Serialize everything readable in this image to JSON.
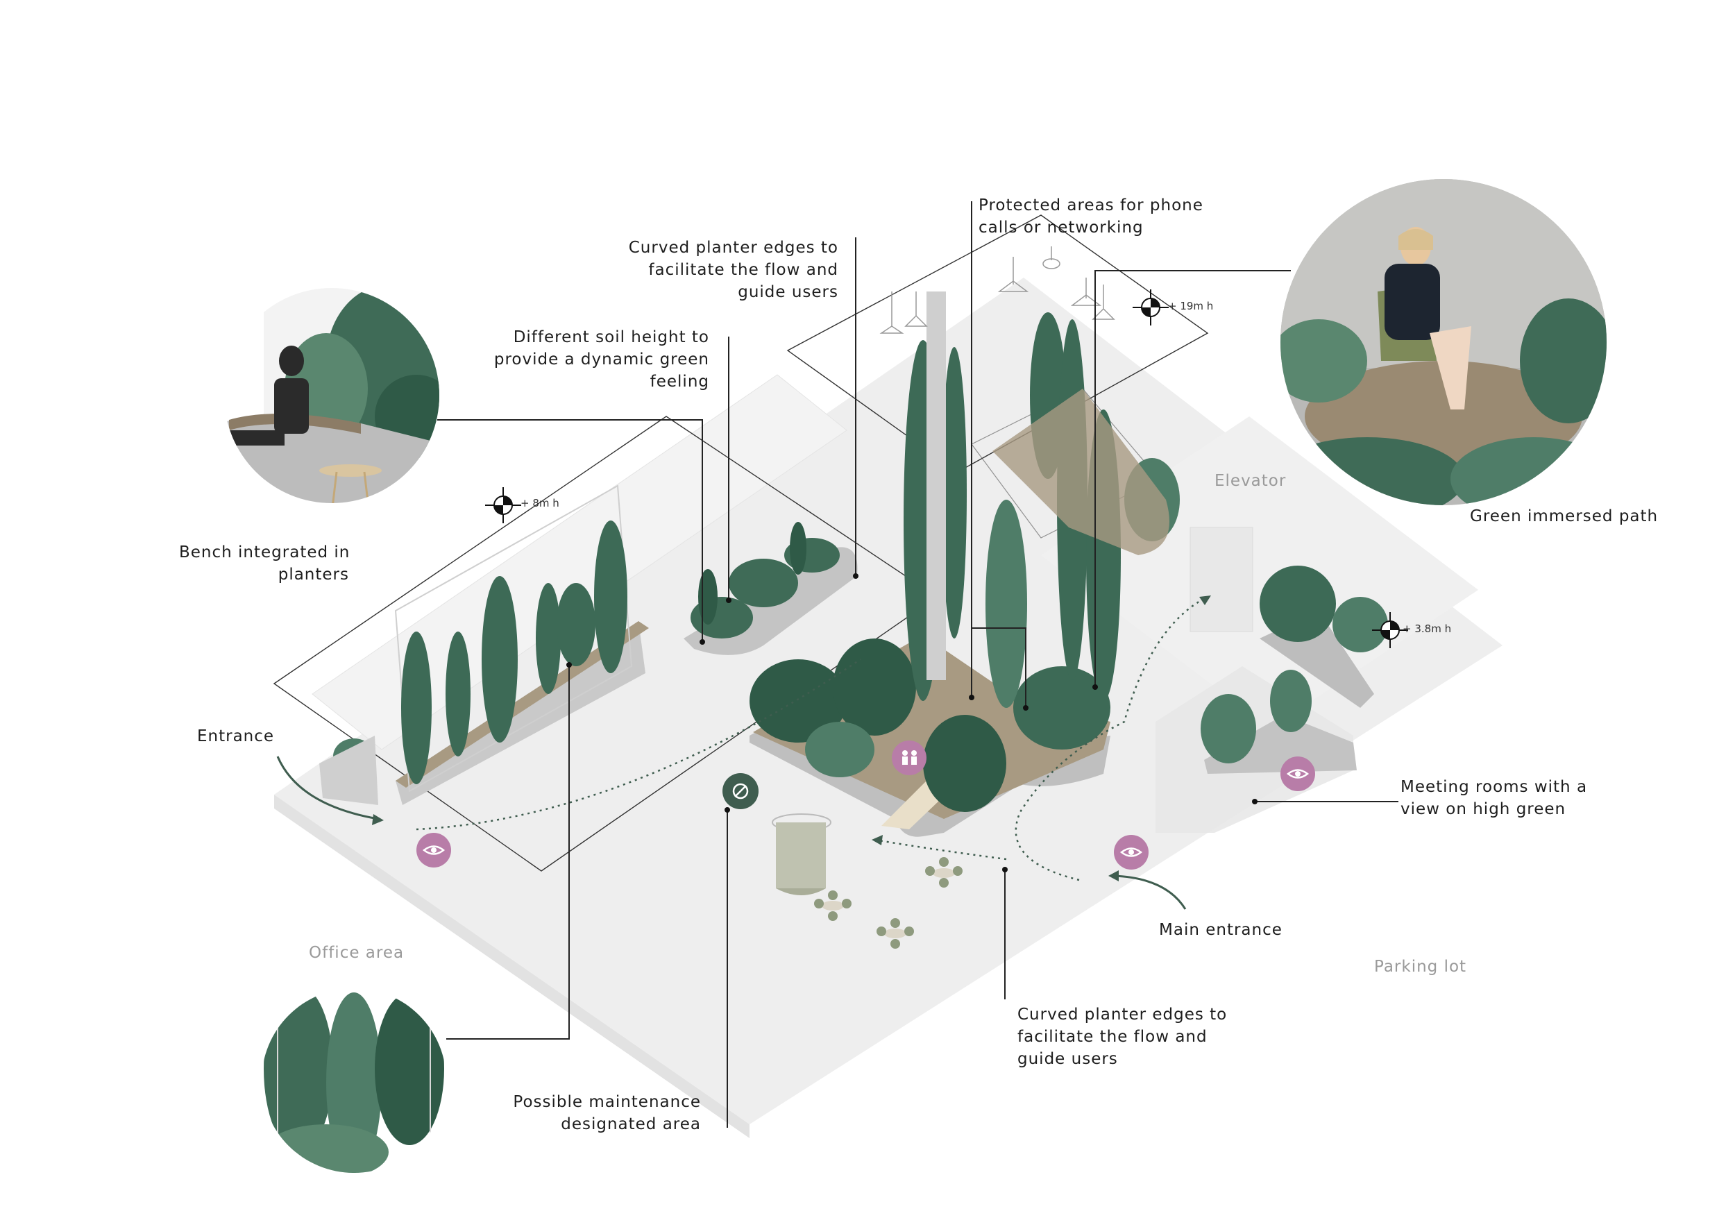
{
  "colors": {
    "floor": "#ececec",
    "floor_top": "#f4f4f4",
    "plant_dark": "#2f5a47",
    "plant_mid": "#4f7d68",
    "plant_light": "#8fb3a1",
    "soil": "#a89a82",
    "planter": "#c9c9c9",
    "accent_pink": "#b87da8",
    "accent_green": "#3f5d4f",
    "line": "#222222"
  },
  "labels": {
    "bench": [
      "Bench integrated in",
      "planters"
    ],
    "soil": [
      "Different soil height to",
      "provide a dynamic green",
      "feeling"
    ],
    "curved_top": [
      "Curved planter edges to",
      "facilitate the flow and",
      "guide users"
    ],
    "protected": [
      "Protected areas for phone",
      "calls or networking"
    ],
    "green_path": "Green immersed path",
    "entrance": "Entrance",
    "meeting": [
      "Meeting rooms with a",
      "view on high green"
    ],
    "main_entrance": "Main entrance",
    "curved_bottom": [
      "Curved planter edges to",
      "facilitate the flow and",
      "guide users"
    ],
    "maintenance": [
      "Possible maintenance",
      "designated area"
    ]
  },
  "zones": {
    "elevator": "Elevator",
    "office": "Office area",
    "parking": "Parking lot"
  },
  "heights": {
    "h8": "+ 8m h",
    "h19": "+ 19m h",
    "h38": "+ 3.8m h"
  },
  "icons": {
    "view": "eye-icon",
    "meeting": "people-icon",
    "maintenance": "maintenance-icon",
    "height": "height-marker-icon"
  }
}
